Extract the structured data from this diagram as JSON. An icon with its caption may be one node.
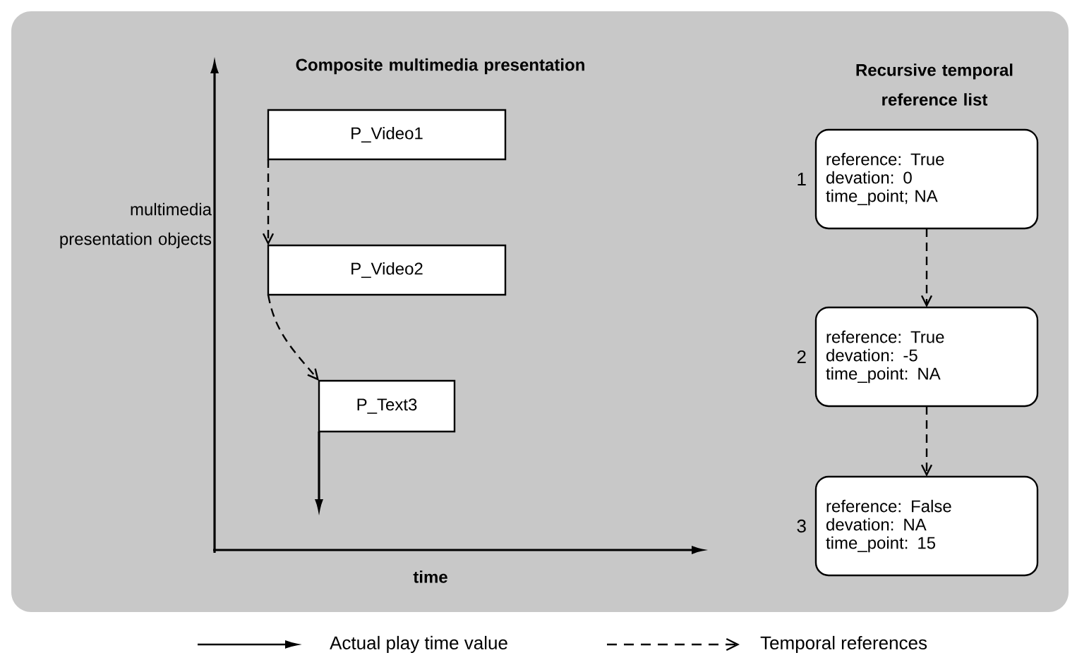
{
  "diagram": {
    "nodes": [
      {
        "text": [
          "P_Video1"
        ]
      },
      {
        "text": [
          "P_Video2"
        ]
      },
      {
        "text": [
          "P_Text3"
        ]
      },
      {
        "text": [
          "reference:  True",
          "devation:  0",
          "time_point; NA"
        ],
        "beside": [
          "1"
        ]
      },
      {
        "text": [
          "reference:  True",
          "devation:  -5",
          "time_point: NA"
        ],
        "beside": [
          "2"
        ]
      },
      {
        "text": [
          "reference:  False",
          "devation:  NA",
          "time_point: 15"
        ],
        "beside": [
          "3"
        ]
      }
    ],
    "edges": [
      {
        "from": 0,
        "to": 1,
        "arrow": "to",
        "style": "dashed"
      },
      {
        "from": 1,
        "to": 2,
        "arrow": "to",
        "style": "dashed"
      },
      {
        "from": 2,
        "to": null,
        "arrow": "to"
      },
      {
        "from": 3,
        "to": 4,
        "arrow": "to",
        "style": "dashed"
      },
      {
        "from": 4,
        "to": 5,
        "arrow": "to",
        "style": "dashed"
      }
    ],
    "labels": [
      "Composite multimedia presentation",
      "Recursive temporal reference list",
      "multimedia presentation objects",
      "time"
    ],
    "legend": [
      {
        "text": "Actual play time value"
      },
      {
        "text": "Temporal references"
      }
    ]
  }
}
